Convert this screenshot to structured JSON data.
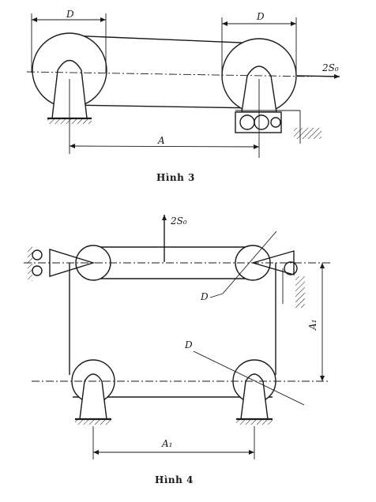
{
  "figure3": {
    "caption": "Hình 3",
    "label_d_left": "D",
    "label_d_right": "D",
    "label_tension": "2S₀",
    "label_distance": "A"
  },
  "figure4": {
    "caption": "Hình 4",
    "label_tension": "2S₀",
    "label_d_upper": "D",
    "label_d_lower": "D",
    "label_distance_h": "A₁",
    "label_distance_v": "A₁"
  }
}
